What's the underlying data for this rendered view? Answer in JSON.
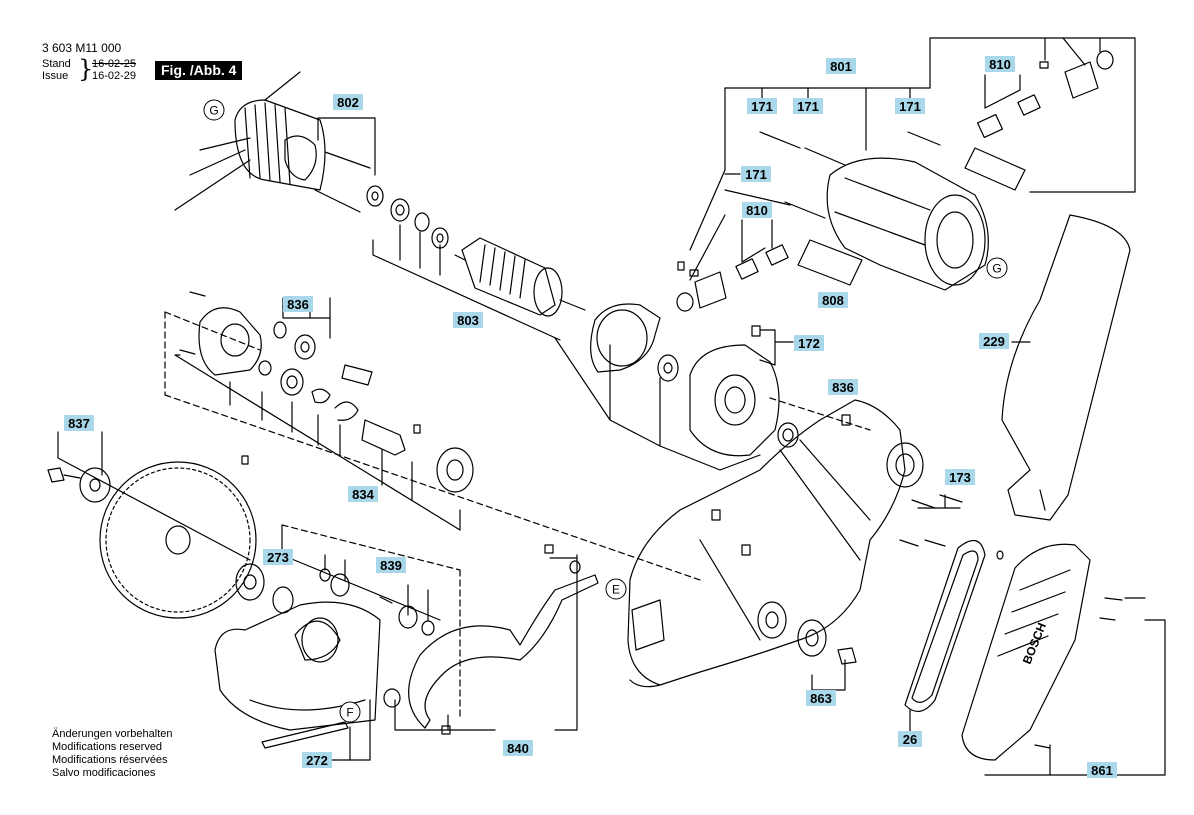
{
  "header": {
    "doc_id": "3 603 M11 000",
    "stand_label": "Stand",
    "issue_label": "Issue",
    "stand_date": "16-02-25",
    "issue_date": "16-02-29",
    "figure": "Fig. /Abb. 4"
  },
  "notes": [
    "Änderungen vorbehalten",
    "Modifications reserved",
    "Modifications réservées",
    "Salvo modificaciones"
  ],
  "callouts": {
    "c801": "801",
    "c810a": "810",
    "c171a": "171",
    "c171b": "171",
    "c171c": "171",
    "c171d": "171",
    "c810b": "810",
    "c802": "802",
    "c803": "803",
    "c808": "808",
    "c229": "229",
    "c172": "172",
    "c836a": "836",
    "c836b": "836",
    "c837": "837",
    "c834": "834",
    "c173": "173",
    "c273": "273",
    "c839": "839",
    "c863": "863",
    "c26": "26",
    "c840": "840",
    "c272": "272",
    "c861": "861"
  },
  "markers": {
    "g1": "G",
    "g2": "G",
    "e": "E",
    "f": "F"
  },
  "branding": "BOSCH",
  "colors": {
    "callout_bg": "#a8d8ea",
    "line": "#000000"
  }
}
